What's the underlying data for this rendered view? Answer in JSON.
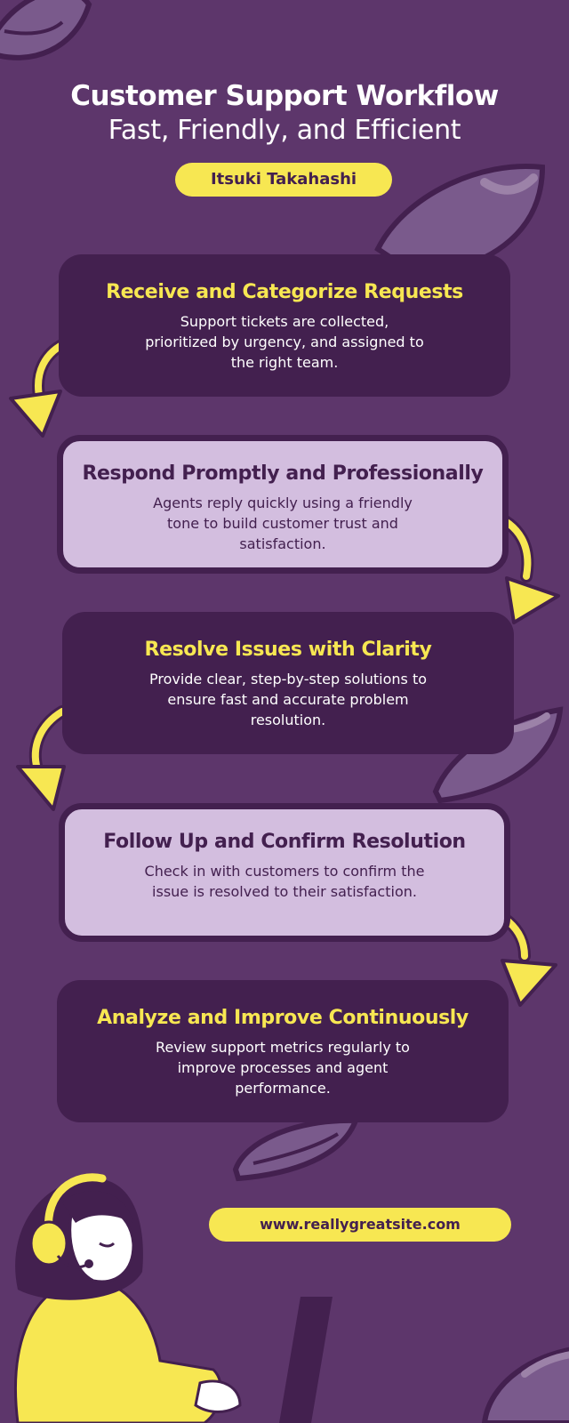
{
  "header": {
    "title": "Customer Support Workflow",
    "subtitle": "Fast, Friendly, and Efficient",
    "author": "Itsuki Takahashi"
  },
  "steps": [
    {
      "title": "Receive and Categorize Requests",
      "description": "Support tickets are collected, prioritized by urgency, and assigned to the right team."
    },
    {
      "title": "Respond Promptly and Professionally",
      "description": "Agents reply quickly using a friendly tone to build customer trust and satisfaction."
    },
    {
      "title": "Resolve Issues with Clarity",
      "description": "Provide clear, step-by-step solutions to ensure fast and accurate problem resolution."
    },
    {
      "title": "Follow Up and Confirm Resolution",
      "description": "Check in with customers to confirm the issue is resolved to their satisfaction."
    },
    {
      "title": "Analyze and Improve Continuously",
      "description": "Review support metrics regularly to improve processes and agent performance."
    }
  ],
  "footer": {
    "website": "www.reallygreatsite.com"
  },
  "colors": {
    "background": "#5d366b",
    "dark_card": "#43204f",
    "light_card": "#d3bedf",
    "accent_yellow": "#f7e752",
    "leaf": "#7a5a8c"
  },
  "icons": [
    "leaf-icon",
    "curved-arrow-icon",
    "support-agent-illustration"
  ]
}
